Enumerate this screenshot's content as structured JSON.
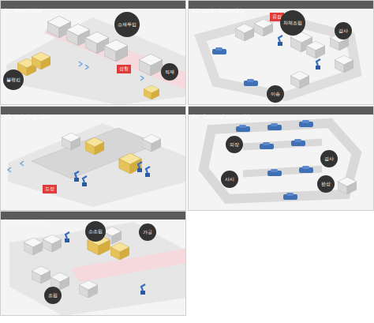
{
  "diagram": {
    "nodes": [
      {
        "text": [
          "01. Press Line"
        ]
      },
      {
        "text": [
          "02. Body Assembly"
        ]
      },
      {
        "text": [
          "03. Painting Line"
        ]
      },
      {
        "text": [
          "04. General Assembly"
        ]
      },
      {
        "text": [
          "05. Power Train"
        ]
      },
      {
        "text": [
          "소재투입"
        ],
        "in": 0
      },
      {
        "text": [
          "성형"
        ],
        "in": 0
      },
      {
        "text": [
          "블랭킹"
        ],
        "in": 0
      },
      {
        "text": [
          "적재"
        ],
        "in": 0
      },
      {
        "text": [
          "용접"
        ],
        "in": 1
      },
      {
        "text": [
          "차체조립"
        ],
        "in": 1
      },
      {
        "text": [
          "검사"
        ],
        "in": 1
      },
      {
        "text": [
          "이송"
        ],
        "in": 1
      },
      {
        "text": [
          "도장"
        ],
        "in": 2
      },
      {
        "text": [
          "의장"
        ],
        "in": 3
      },
      {
        "text": [
          "샤시"
        ],
        "in": 3
      },
      {
        "text": [
          "검사"
        ],
        "in": 3
      },
      {
        "text": [
          "완성"
        ],
        "in": 3
      },
      {
        "text": [
          "소조립"
        ],
        "in": 4
      },
      {
        "text": [
          "가공"
        ],
        "in": 4
      },
      {
        "text": [
          "조립"
        ],
        "in": 4
      }
    ]
  }
}
